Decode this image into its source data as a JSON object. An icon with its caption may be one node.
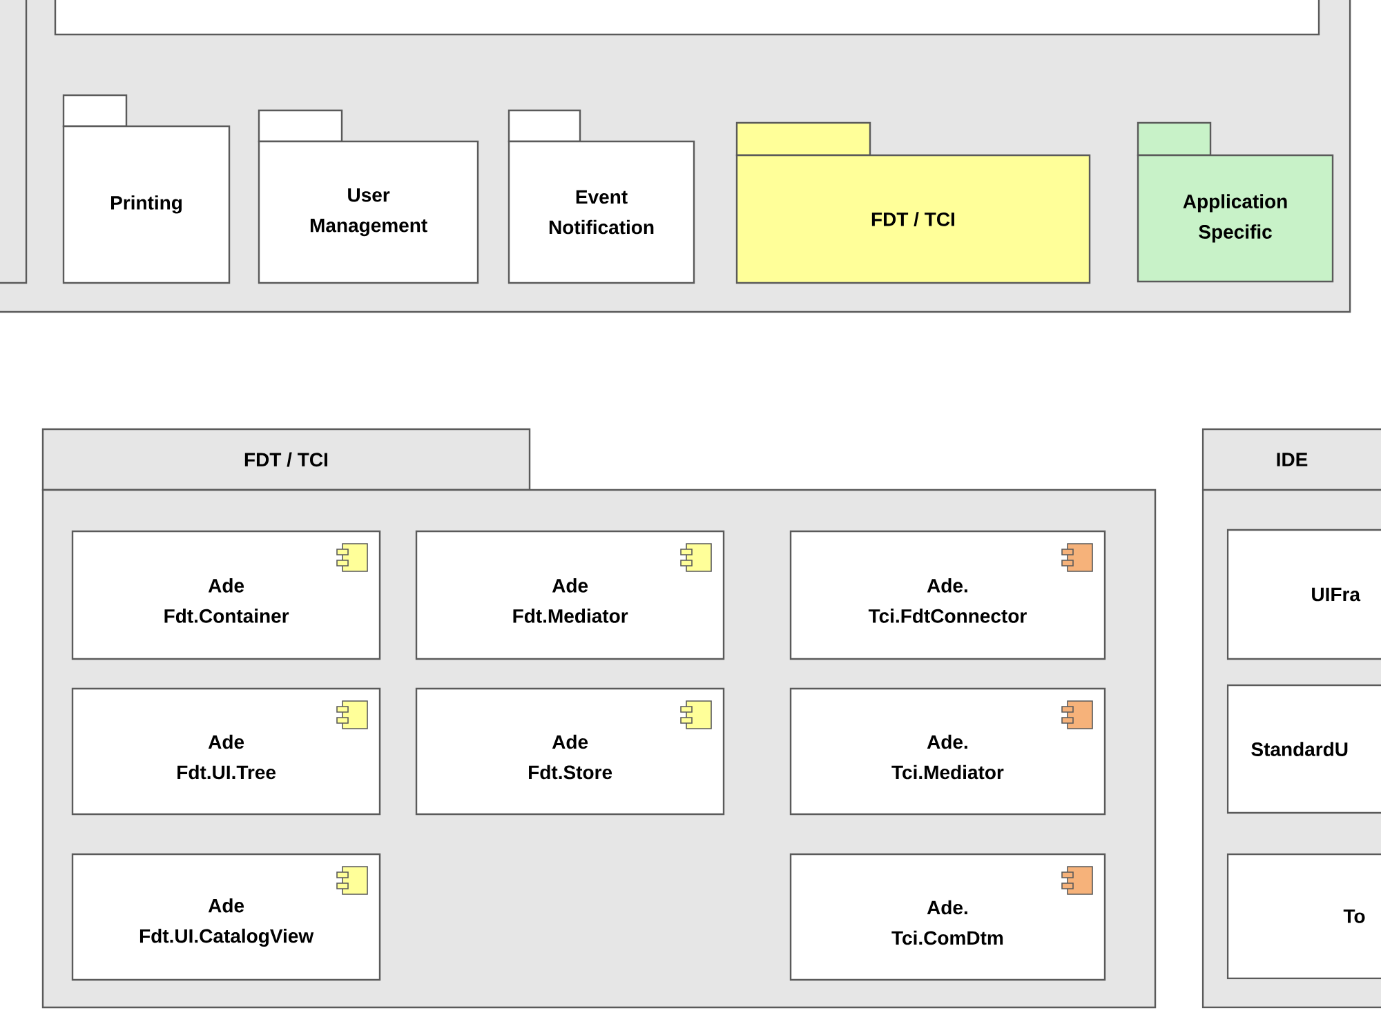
{
  "diagram": {
    "nodes": [
      {
        "text": [],
        "shape": "box"
      },
      {
        "text": [],
        "shape": "box",
        "in": 0
      },
      {
        "text": [],
        "shape": "box",
        "in": 0
      },
      {
        "text": [
          "Printing"
        ],
        "in": 0
      },
      {
        "text": [
          "User Management"
        ],
        "in": 0
      },
      {
        "text": [
          "Event Notification"
        ],
        "in": 0
      },
      {
        "text": [
          "FDT / TCI"
        ],
        "in": 0
      },
      {
        "text": [
          "Application Specific"
        ],
        "in": 0
      },
      {
        "text": [
          "FDT / TCI"
        ]
      },
      {
        "text": [
          "Ade Fdt.Container"
        ],
        "in": 8
      },
      {
        "text": [
          "Ade Fdt.Mediator"
        ],
        "in": 8
      },
      {
        "text": [
          "Ade. Tci.FdtConnector"
        ],
        "in": 8
      },
      {
        "text": [
          "Ade Fdt.UI.Tree"
        ],
        "in": 8
      },
      {
        "text": [
          "Ade Fdt.Store"
        ],
        "in": 8
      },
      {
        "text": [
          "Ade. Tci.Mediator"
        ],
        "in": 8
      },
      {
        "text": [
          "Ade Fdt.UI.CatalogView"
        ],
        "in": 8
      },
      {
        "text": [
          "Ade. Tci.ComDtm"
        ],
        "in": 8
      },
      {
        "text": [
          "IDE"
        ]
      },
      {
        "text": [
          "UIFra"
        ],
        "in": 17
      },
      {
        "text": [
          "StandardU"
        ],
        "in": 17
      },
      {
        "text": [
          "To"
        ],
        "in": 17
      }
    ]
  }
}
